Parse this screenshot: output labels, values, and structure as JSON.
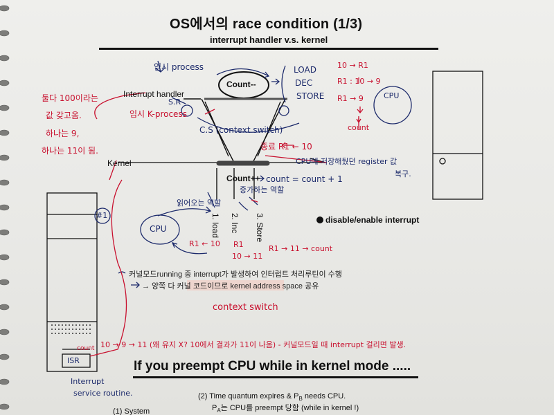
{
  "header": {
    "title": "OS에서의  race condition (1/3)",
    "subtitle": "interrupt handler v.s. kernel"
  },
  "diagram": {
    "interrupt_handler": "Interrupt handler",
    "kernel": "Kernel",
    "count_minus": "Count--",
    "count_plus": "Count++",
    "step_load": "1. load",
    "step_inc": "2. Inc",
    "step_store": "3. Store",
    "disable_interrupt": "disable/enable interrupt",
    "note_line1": "커널모드running 중 interrupt가 발생하여 인터럽트 처리루틴이 수행",
    "note_line2": "→ 양쪽 다 커널 코드이므로 kernel address space 공유",
    "bottom_heading": "If you preempt CPU while in kernel mode .....",
    "footer_box2_line1": "(2) Time quantum expires & P",
    "footer_box2_sub1": "B",
    "footer_box2_line1b": " needs CPU.",
    "footer_box2_line2a": "P",
    "footer_box2_sub2": "A",
    "footer_box2_line2b": "는 CPU를 preempt 당함 (while in kernel !)",
    "footer_box1": "(1) System"
  },
  "handwriting": {
    "left_note": [
      "둘다 100이라는",
      "값 갖고옴.",
      "하나는 9,",
      "하나는 11이 됨."
    ],
    "temp_process": "임시 process",
    "sr": "S.R",
    "temp_k_process": "임시 K-process",
    "cs": "C.S (context switch)",
    "load_dec_store": [
      "LOAD",
      "DEC",
      "STORE"
    ],
    "r_top": [
      "10 → R1",
      "R1 : 10 → 9",
      "R1 → 9"
    ],
    "cpu": "CPU",
    "count_label": "count",
    "end_r1": "종료 R1 ← 10",
    "restore_reg": "CPU에 저장해뒀던 register 값",
    "restore_reg2": "복구.",
    "count_expr": "count = count + 1",
    "increase_role": "증가하는 역할",
    "read_role": "읽어오는 역할",
    "hash1": "#1",
    "cpu2": "CPU",
    "r1_10": "R1 ← 10",
    "r1": "R1",
    "ten_eleven": "10 → 11",
    "r1_11_count": "R1 → 11 → count",
    "context_switch": "context switch",
    "bottom_note": "10 → 9 → 11 (왜 유지 X? 10에서 결과가 11이 나옴) - 커널모드일 때  interrupt 걸리면 발생.",
    "count_box": "count",
    "isr_box": "ISR",
    "isr_label": [
      "Interrupt",
      "service routine."
    ]
  }
}
